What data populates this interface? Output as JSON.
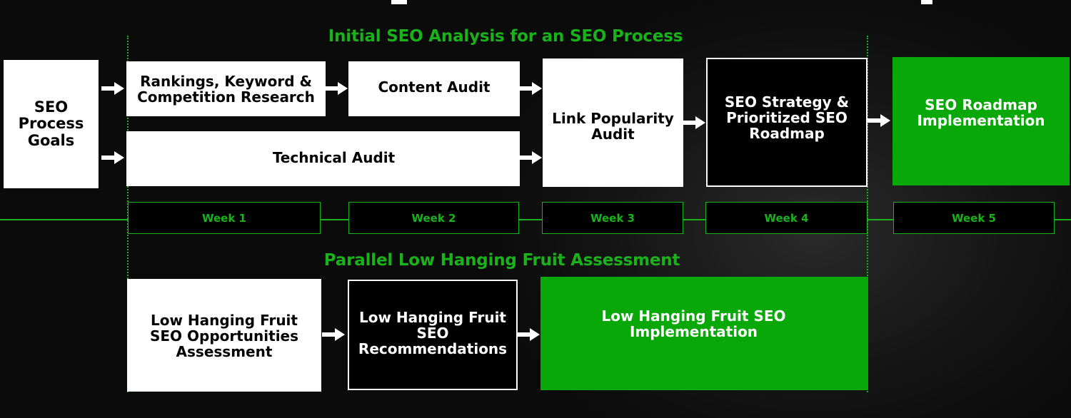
{
  "headings": {
    "initial": "Initial SEO Analysis for an SEO Process",
    "parallel": "Parallel Low Hanging Fruit Assessment"
  },
  "boxes": {
    "goals": "SEO\nProcess\nGoals",
    "rankings": "Rankings, Keyword &\nCompetition Research",
    "content_audit": "Content Audit",
    "technical_audit": "Technical Audit",
    "link_audit": "Link Popularity\nAudit",
    "strategy": "SEO Strategy &\nPrioritized SEO\nRoadmap",
    "roadmap_impl": "SEO  Roadmap\nImplementation",
    "lhf_assessment": "Low Hanging Fruit\nSEO Opportunities\nAssessment",
    "lhf_recommendations": "Low Hanging Fruit\nSEO\nRecommendations",
    "lhf_implementation": "Low Hanging Fruit SEO\nImplementation"
  },
  "weeks": [
    "Week 1",
    "Week 2",
    "Week 3",
    "Week 4",
    "Week 5"
  ],
  "colors": {
    "accent_green": "#19b21a",
    "box_green": "#08a808",
    "background": "#0b0b0b"
  }
}
